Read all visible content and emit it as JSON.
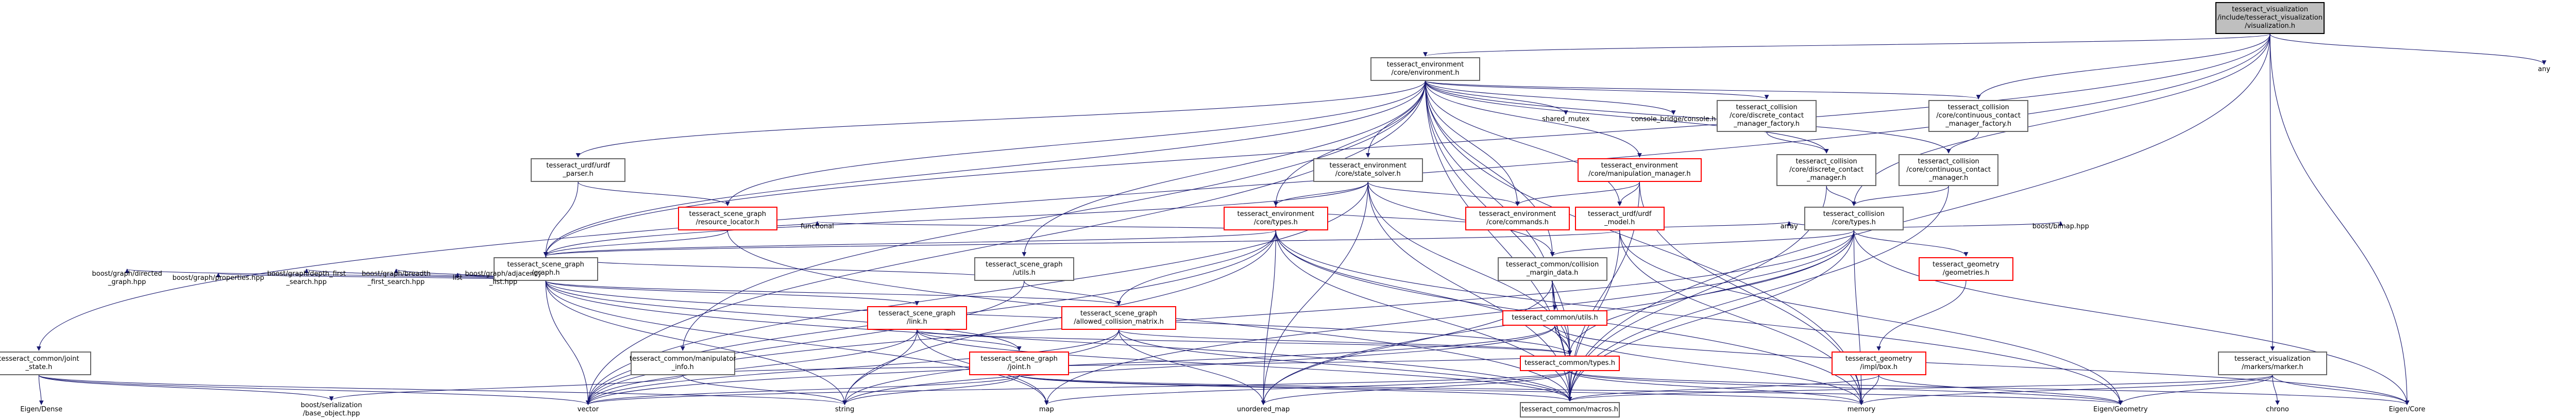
{
  "graph": {
    "root": {
      "lines": [
        "tesseract_visualization",
        "/include/tesseract_visualization",
        "/visualization.h"
      ]
    },
    "boxed_nodes": [
      {
        "key": "env",
        "lines": [
          "tesseract_environment",
          "/core/environment.h"
        ],
        "red": false
      },
      {
        "key": "joint_state",
        "lines": [
          "tesseract_common/joint",
          "_state.h"
        ],
        "red": false
      },
      {
        "key": "urdf_parser",
        "lines": [
          "tesseract_urdf/urdf",
          "_parser.h"
        ],
        "red": false
      },
      {
        "key": "resource_locator",
        "lines": [
          "tesseract_scene_graph",
          "/resource_locator.h"
        ],
        "red": true
      },
      {
        "key": "graph",
        "lines": [
          "tesseract_scene_graph",
          "/graph.h"
        ],
        "red": false
      },
      {
        "key": "state_solver",
        "lines": [
          "tesseract_environment",
          "/core/state_solver.h"
        ],
        "red": false
      },
      {
        "key": "env_types",
        "lines": [
          "tesseract_environment",
          "/core/types.h"
        ],
        "red": true
      },
      {
        "key": "sg_utils",
        "lines": [
          "tesseract_scene_graph",
          "/utils.h"
        ],
        "red": false
      },
      {
        "key": "discrete_factory",
        "lines": [
          "tesseract_collision",
          "/core/discrete_contact",
          "_manager_factory.h"
        ],
        "red": false
      },
      {
        "key": "continuous_factory",
        "lines": [
          "tesseract_collision",
          "/core/continuous_contact",
          "_manager_factory.h"
        ],
        "red": false
      },
      {
        "key": "manipulation_manager",
        "lines": [
          "tesseract_environment",
          "/core/manipulation_manager.h"
        ],
        "red": true
      },
      {
        "key": "discrete_manager",
        "lines": [
          "tesseract_collision",
          "/core/discrete_contact",
          "_manager.h"
        ],
        "red": false
      },
      {
        "key": "continuous_manager",
        "lines": [
          "tesseract_collision",
          "/core/continuous_contact",
          "_manager.h"
        ],
        "red": false
      },
      {
        "key": "commands",
        "lines": [
          "tesseract_environment",
          "/core/commands.h"
        ],
        "red": true
      },
      {
        "key": "urdf_model",
        "lines": [
          "tesseract_urdf/urdf",
          "_model.h"
        ],
        "red": true
      },
      {
        "key": "collision_types",
        "lines": [
          "tesseract_collision",
          "/core/types.h"
        ],
        "red": false
      },
      {
        "key": "margin_data",
        "lines": [
          "tesseract_common/collision",
          "_margin_data.h"
        ],
        "red": false
      },
      {
        "key": "geometries",
        "lines": [
          "tesseract_geometry",
          "/geometries.h"
        ],
        "red": true
      },
      {
        "key": "link",
        "lines": [
          "tesseract_scene_graph",
          "/link.h"
        ],
        "red": true
      },
      {
        "key": "acm",
        "lines": [
          "tesseract_scene_graph",
          "/allowed_collision_matrix.h"
        ],
        "red": true
      },
      {
        "key": "common_utils",
        "lines": [
          "tesseract_common/utils.h"
        ],
        "red": true
      },
      {
        "key": "manipulator_info",
        "lines": [
          "tesseract_common/manipulator",
          "_info.h"
        ],
        "red": false
      },
      {
        "key": "joint",
        "lines": [
          "tesseract_scene_graph",
          "/joint.h"
        ],
        "red": true
      },
      {
        "key": "common_types",
        "lines": [
          "tesseract_common/types.h"
        ],
        "red": true
      },
      {
        "key": "geometry_impl",
        "lines": [
          "tesseract_geometry",
          "/impl/box.h"
        ],
        "red": true
      },
      {
        "key": "marker",
        "lines": [
          "tesseract_visualization",
          "/markers/marker.h"
        ],
        "red": false
      },
      {
        "key": "macros",
        "lines": [
          "tesseract_common/macros.h"
        ],
        "red": false
      }
    ],
    "plain_nodes": [
      {
        "key": "any",
        "label": "any"
      },
      {
        "key": "shared_mutex",
        "label": "shared_mutex"
      },
      {
        "key": "console_bridge",
        "label": "console_bridge/console.h"
      },
      {
        "key": "functional",
        "label": "functional"
      },
      {
        "key": "array",
        "label": "array"
      },
      {
        "key": "boost_bimap",
        "label": "boost/bimap.hpp"
      },
      {
        "key": "bgl_directed",
        "label": "boost/graph/directed",
        "label2": "_graph.hpp"
      },
      {
        "key": "bgl_properties",
        "label": "boost/graph/properties.hpp"
      },
      {
        "key": "bgl_dfs",
        "label": "boost/graph/depth_first",
        "label2": "_search.hpp"
      },
      {
        "key": "bgl_bfs",
        "label": "boost/graph/breadth",
        "label2": "_first_search.hpp"
      },
      {
        "key": "list",
        "label": "list"
      },
      {
        "key": "bgl_adjacency",
        "label": "boost/graph/adjacency",
        "label2": "_list.hpp"
      },
      {
        "key": "eigen_dense",
        "label": "Eigen/Dense"
      },
      {
        "key": "boost_serialization",
        "label": "boost/serialization",
        "label2": "/base_object.hpp"
      },
      {
        "key": "vector",
        "label": "vector"
      },
      {
        "key": "string",
        "label": "string"
      },
      {
        "key": "map",
        "label": "map"
      },
      {
        "key": "unordered_map",
        "label": "unordered_map"
      },
      {
        "key": "memory",
        "label": "memory"
      },
      {
        "key": "eigen_geometry",
        "label": "Eigen/Geometry"
      },
      {
        "key": "chrono",
        "label": "chrono"
      },
      {
        "key": "eigen_core",
        "label": "Eigen/Core"
      }
    ],
    "colors": {
      "edge": "#191970",
      "border_normal": "#666666",
      "border_red": "#ff0000",
      "root_fill": "#bfbfbf"
    }
  }
}
